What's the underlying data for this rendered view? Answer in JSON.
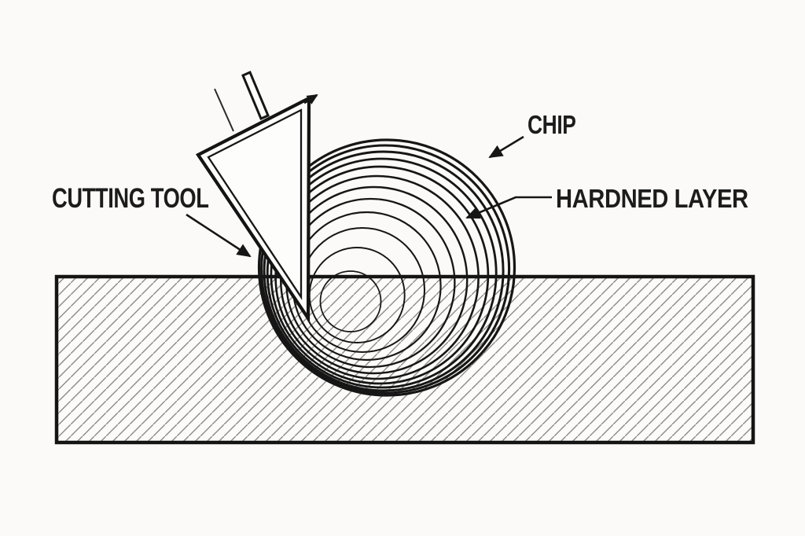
{
  "page": {
    "background": "#fbfaf8"
  },
  "diagram": {
    "type": "machining-cross-section",
    "labels": {
      "cutting_tool": "CUTTING TOOL",
      "chip": "CHIP",
      "hardened_layer": "HARDNED LAYER"
    },
    "colors": {
      "line": "#161616",
      "hatch": "#8b8b8b",
      "text": "#1c1c1c",
      "tool_fill": "#fdfdfc",
      "workpiece_fill": "#fcfbf9"
    },
    "chip_curl_arc_count": 12
  }
}
